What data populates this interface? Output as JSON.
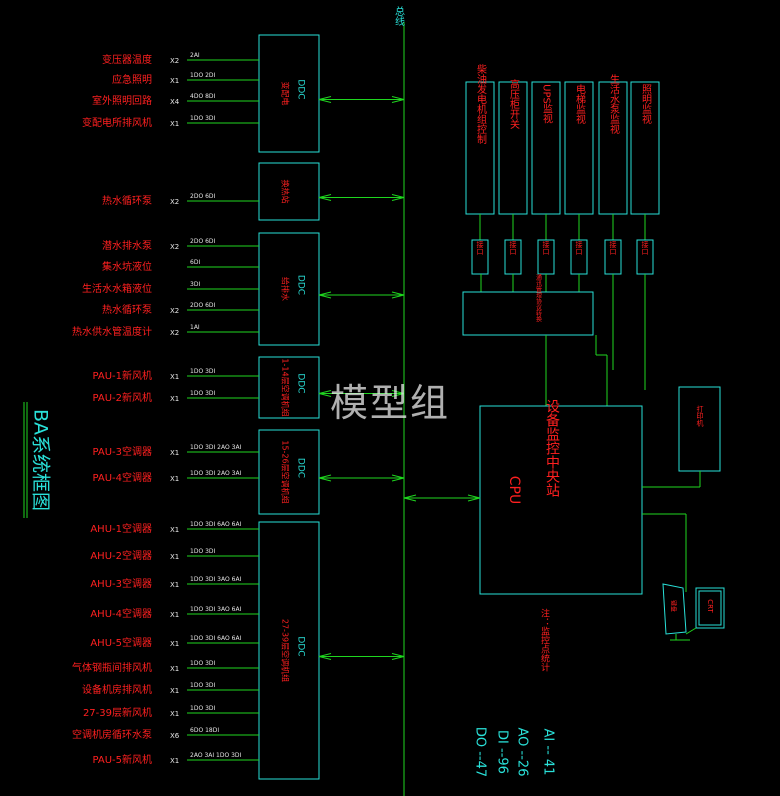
{
  "bus_label": "总线",
  "diagram_title": "BA系统框图",
  "watermark": "模型组",
  "left_groups": [
    {
      "ddc_label": "DDC",
      "ddc_desc": "变配电",
      "items": [
        {
          "name": "变压器温度",
          "mult": "X2",
          "io": "2AI"
        },
        {
          "name": "应急照明",
          "mult": "X1",
          "io": "1DO 2DI"
        },
        {
          "name": "室外照明回路",
          "mult": "X4",
          "io": "4DO 8DI"
        },
        {
          "name": "变配电所排风机",
          "mult": "X1",
          "io": "1DO 3DI"
        }
      ]
    },
    {
      "ddc_label": "",
      "ddc_desc": "换热站",
      "items": [
        {
          "name": "热水循环泵",
          "mult": "X2",
          "io": "2DO 6DI"
        }
      ]
    },
    {
      "ddc_label": "DDC",
      "ddc_desc": "给排水",
      "items": [
        {
          "name": "潜水排水泵",
          "mult": "X2",
          "io": "2DO 6DI"
        },
        {
          "name": "集水坑液位",
          "mult": "",
          "io": "6DI"
        },
        {
          "name": "生活水水箱液位",
          "mult": "",
          "io": "3DI"
        },
        {
          "name": "热水循环泵",
          "mult": "X2",
          "io": "2DO 6DI"
        },
        {
          "name": "热水供水管温度计",
          "mult": "X2",
          "io": "1AI"
        }
      ]
    },
    {
      "ddc_label": "DDC",
      "ddc_desc": "1-14层空调机组",
      "items": [
        {
          "name": "PAU-1新风机",
          "mult": "X1",
          "io": "1DO 3DI"
        },
        {
          "name": "PAU-2新风机",
          "mult": "X1",
          "io": "1DO 3DI"
        }
      ]
    },
    {
      "ddc_label": "DDC",
      "ddc_desc": "15-26层空调机组",
      "items": [
        {
          "name": "PAU-3空调器",
          "mult": "X1",
          "io": "1DO 3DI 2AO 3AI"
        },
        {
          "name": "PAU-4空调器",
          "mult": "X1",
          "io": "1DO 3DI 2AO 3AI"
        }
      ]
    },
    {
      "ddc_label": "DDC",
      "ddc_desc": "27-39层空调机组",
      "items": [
        {
          "name": "AHU-1空调器",
          "mult": "X1",
          "io": "1DO 3DI 6AO 6AI"
        },
        {
          "name": "AHU-2空调器",
          "mult": "X1",
          "io": "1DO 3DI"
        },
        {
          "name": "AHU-3空调器",
          "mult": "X1",
          "io": "1DO 3DI 3AO 6AI"
        },
        {
          "name": "AHU-4空调器",
          "mult": "X1",
          "io": "1DO 3DI 3AO 6AI"
        },
        {
          "name": "AHU-5空调器",
          "mult": "X1",
          "io": "1DO 3DI 6AO 6AI"
        },
        {
          "name": "气体钢瓶间排风机",
          "mult": "X1",
          "io": "1DO 3DI"
        },
        {
          "name": "设备机房排风机",
          "mult": "X1",
          "io": "1DO 3DI"
        },
        {
          "name": "27-39层新风机",
          "mult": "X1",
          "io": "1DO 3DI"
        },
        {
          "name": "空调机房循环水泵",
          "mult": "X6",
          "io": "6DO 18DI"
        },
        {
          "name": "PAU-5新风机",
          "mult": "X1",
          "io": "2AO 3AI 1DO 3DI"
        }
      ]
    }
  ],
  "subsystems": [
    "柴油发电机组控制",
    "高压柜开关",
    "UPS监视",
    "电梯监视",
    "生活水泵监视",
    "照明监视"
  ],
  "interface_label": "接口",
  "gateway_label": "通讯管理协议转换",
  "central": {
    "title": "设备监控中央站",
    "cpu": "CPU"
  },
  "printer_label": "打印机",
  "crt_label": "CRT",
  "keyboard_label": "键盘",
  "note": {
    "title": "注：监控点统计",
    "lines": [
      "AI -- 41",
      "AO --26",
      "DI --96",
      "DO --47"
    ]
  },
  "colors": {
    "line": "#1fd61f",
    "box": "#29e0d8",
    "label": "#ff2020",
    "io": "#e6e6e6"
  }
}
